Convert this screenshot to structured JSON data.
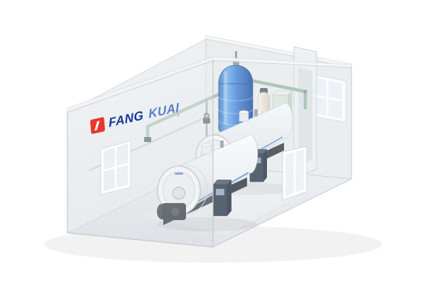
{
  "scene": {
    "type": "3d-boiler-room-render",
    "background_color": "#ffffff"
  },
  "logo": {
    "text_primary": "FANG",
    "text_secondary": "KUAI",
    "primary_color": "#16379b",
    "secondary_color": "#5d7fc7",
    "icon_color": "#e8382d",
    "icon_name": "fangkuai-logo-icon"
  },
  "room": {
    "wall_color": "#e9ecef",
    "floor_color": "#e3e6ea",
    "edge_color": "#c3c8cd",
    "window_frame_color": "#ffffff",
    "glass_opacity": "0.35"
  },
  "equipment": {
    "boiler_front": {
      "name": "steam-boiler-1",
      "shell_color": "#f4f6f8",
      "base_color": "#2b3036",
      "burner_color": "#262c32"
    },
    "boiler_rear": {
      "name": "steam-boiler-2",
      "shell_color": "#eef1f3",
      "base_color": "#30363c",
      "burner_color": "#2b3138"
    },
    "water_tank": {
      "name": "water-storage-tank",
      "color": "#3f7fd4",
      "dark_color": "#1c4f9e"
    },
    "softener": {
      "name": "water-softener",
      "color": "#efe9db"
    },
    "cabinet": {
      "name": "control-cabinet",
      "color": "#dbe7dd"
    },
    "control_panels": {
      "color": "#2f3b4d",
      "screen_color": "#9fb3c8"
    },
    "pipes": {
      "main_color": "#9dbba4",
      "riser_color": "#9aa4ac",
      "valve_color": "#3d4a52"
    },
    "accent_color": "#3a77c9"
  }
}
